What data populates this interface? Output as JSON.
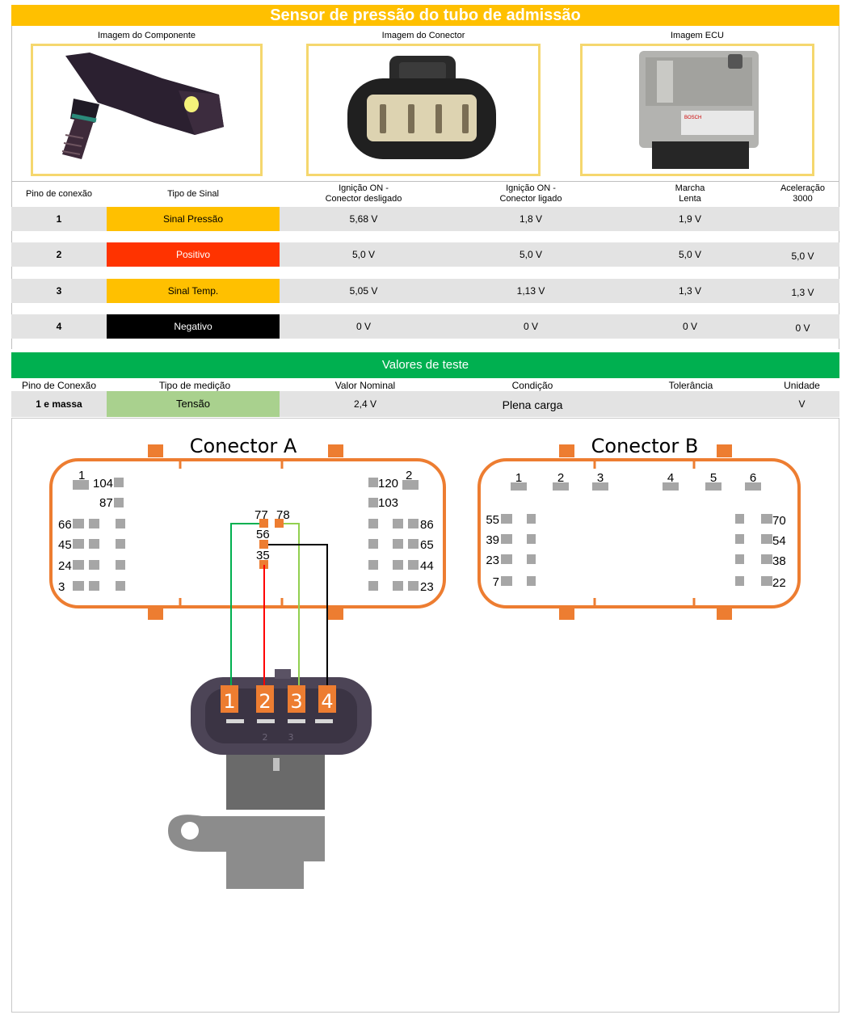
{
  "title": "Sensor de pressão do tubo de admissão",
  "images": {
    "component_label": "Imagem do Componente",
    "connector_label": "Imagem do Conector",
    "ecu_label": "Imagem ECU",
    "ecu_brand": "BOSCH"
  },
  "table": {
    "headers": {
      "pin": "Pino de conexão",
      "signal_type": "Tipo de Sinal",
      "ign_on_disc_1": "Ignição ON -",
      "ign_on_disc_2": "Conector desligado",
      "ign_on_conn_1": "Ignição ON -",
      "ign_on_conn_2": "Conector ligado",
      "idle_1": "Marcha",
      "idle_2": "Lenta",
      "accel_1": "Aceleração",
      "accel_2": "3000"
    },
    "rows": [
      {
        "pin": "1",
        "signal": "Sinal Pressão",
        "signal_color": "#ffc000",
        "signal_text_color": "#000000",
        "v_disc": "5,68 V",
        "v_conn": "1,8 V",
        "v_idle": "1,9 V",
        "v_accel": ""
      },
      {
        "pin": "2",
        "signal": "Positivo",
        "signal_color": "#ff3300",
        "signal_text_color": "#ffffff",
        "v_disc": "5,0 V",
        "v_conn": "5,0 V",
        "v_idle": "5,0 V",
        "v_accel": "5,0 V"
      },
      {
        "pin": "3",
        "signal": "Sinal Temp.",
        "signal_color": "#ffc000",
        "signal_text_color": "#000000",
        "v_disc": "5,05 V",
        "v_conn": "1,13 V",
        "v_idle": "1,3 V",
        "v_accel": "1,3 V"
      },
      {
        "pin": "4",
        "signal": "Negativo",
        "signal_color": "#000000",
        "signal_text_color": "#ffffff",
        "v_disc": "0 V",
        "v_conn": "0 V",
        "v_idle": "0 V",
        "v_accel": "0 V"
      }
    ]
  },
  "test_values": {
    "title": "Valores de teste",
    "headers": {
      "pin": "Pino de Conexão",
      "measure_type": "Tipo de medição",
      "nominal": "Valor Nominal",
      "condition": "Condição",
      "tolerance": "Tolerância",
      "unit": "Unidade"
    },
    "row": {
      "pin": "1 e massa",
      "measure_type": "Tensão",
      "nominal": "2,4 V",
      "condition": "Plena carga",
      "tolerance": "",
      "unit": "V"
    }
  },
  "diagram": {
    "connector_a": {
      "title": "Conector A",
      "labels": {
        "p1": "1",
        "p104": "104",
        "p87": "87",
        "p66": "66",
        "p45": "45",
        "p24": "24",
        "p3": "3",
        "p120": "120",
        "p2": "2",
        "p103": "103",
        "p86": "86",
        "p65": "65",
        "p44": "44",
        "p23": "23",
        "p77": "77",
        "p78": "78",
        "p56": "56",
        "p35": "35"
      }
    },
    "connector_b": {
      "title": "Conector B",
      "labels": {
        "p1": "1",
        "p2": "2",
        "p3": "3",
        "p4": "4",
        "p5": "5",
        "p6": "6",
        "p55": "55",
        "p39": "39",
        "p23": "23",
        "p7": "7",
        "p70": "70",
        "p54": "54",
        "p38": "38",
        "p22": "22"
      }
    },
    "sensor_pins": [
      "1",
      "2",
      "3",
      "4"
    ],
    "sensor_embossed": [
      "2",
      "3"
    ],
    "wire_colors": {
      "pin1": "#00b050",
      "pin2": "#ff0000",
      "pin3": "#92d050",
      "pin4": "#000000"
    },
    "accent_color": "#ed7d31"
  }
}
